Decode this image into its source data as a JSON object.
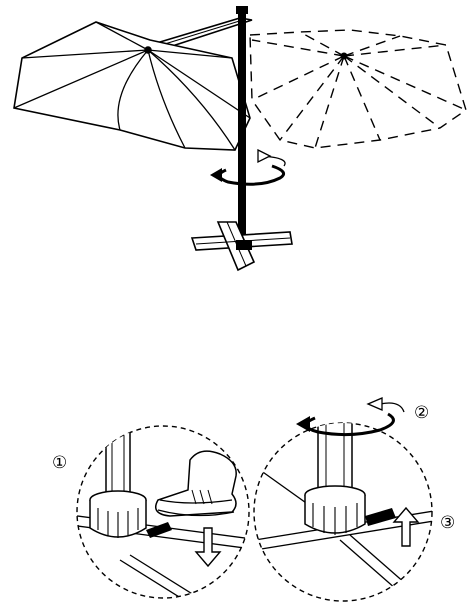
{
  "steps": [
    {
      "number": "①",
      "action": "press-down"
    },
    {
      "number": "②",
      "action": "rotate"
    },
    {
      "number": "③",
      "action": "lift-up"
    }
  ],
  "colors": {
    "ink": "#000000",
    "paper": "#ffffff",
    "grey": "#9a9a9a"
  }
}
